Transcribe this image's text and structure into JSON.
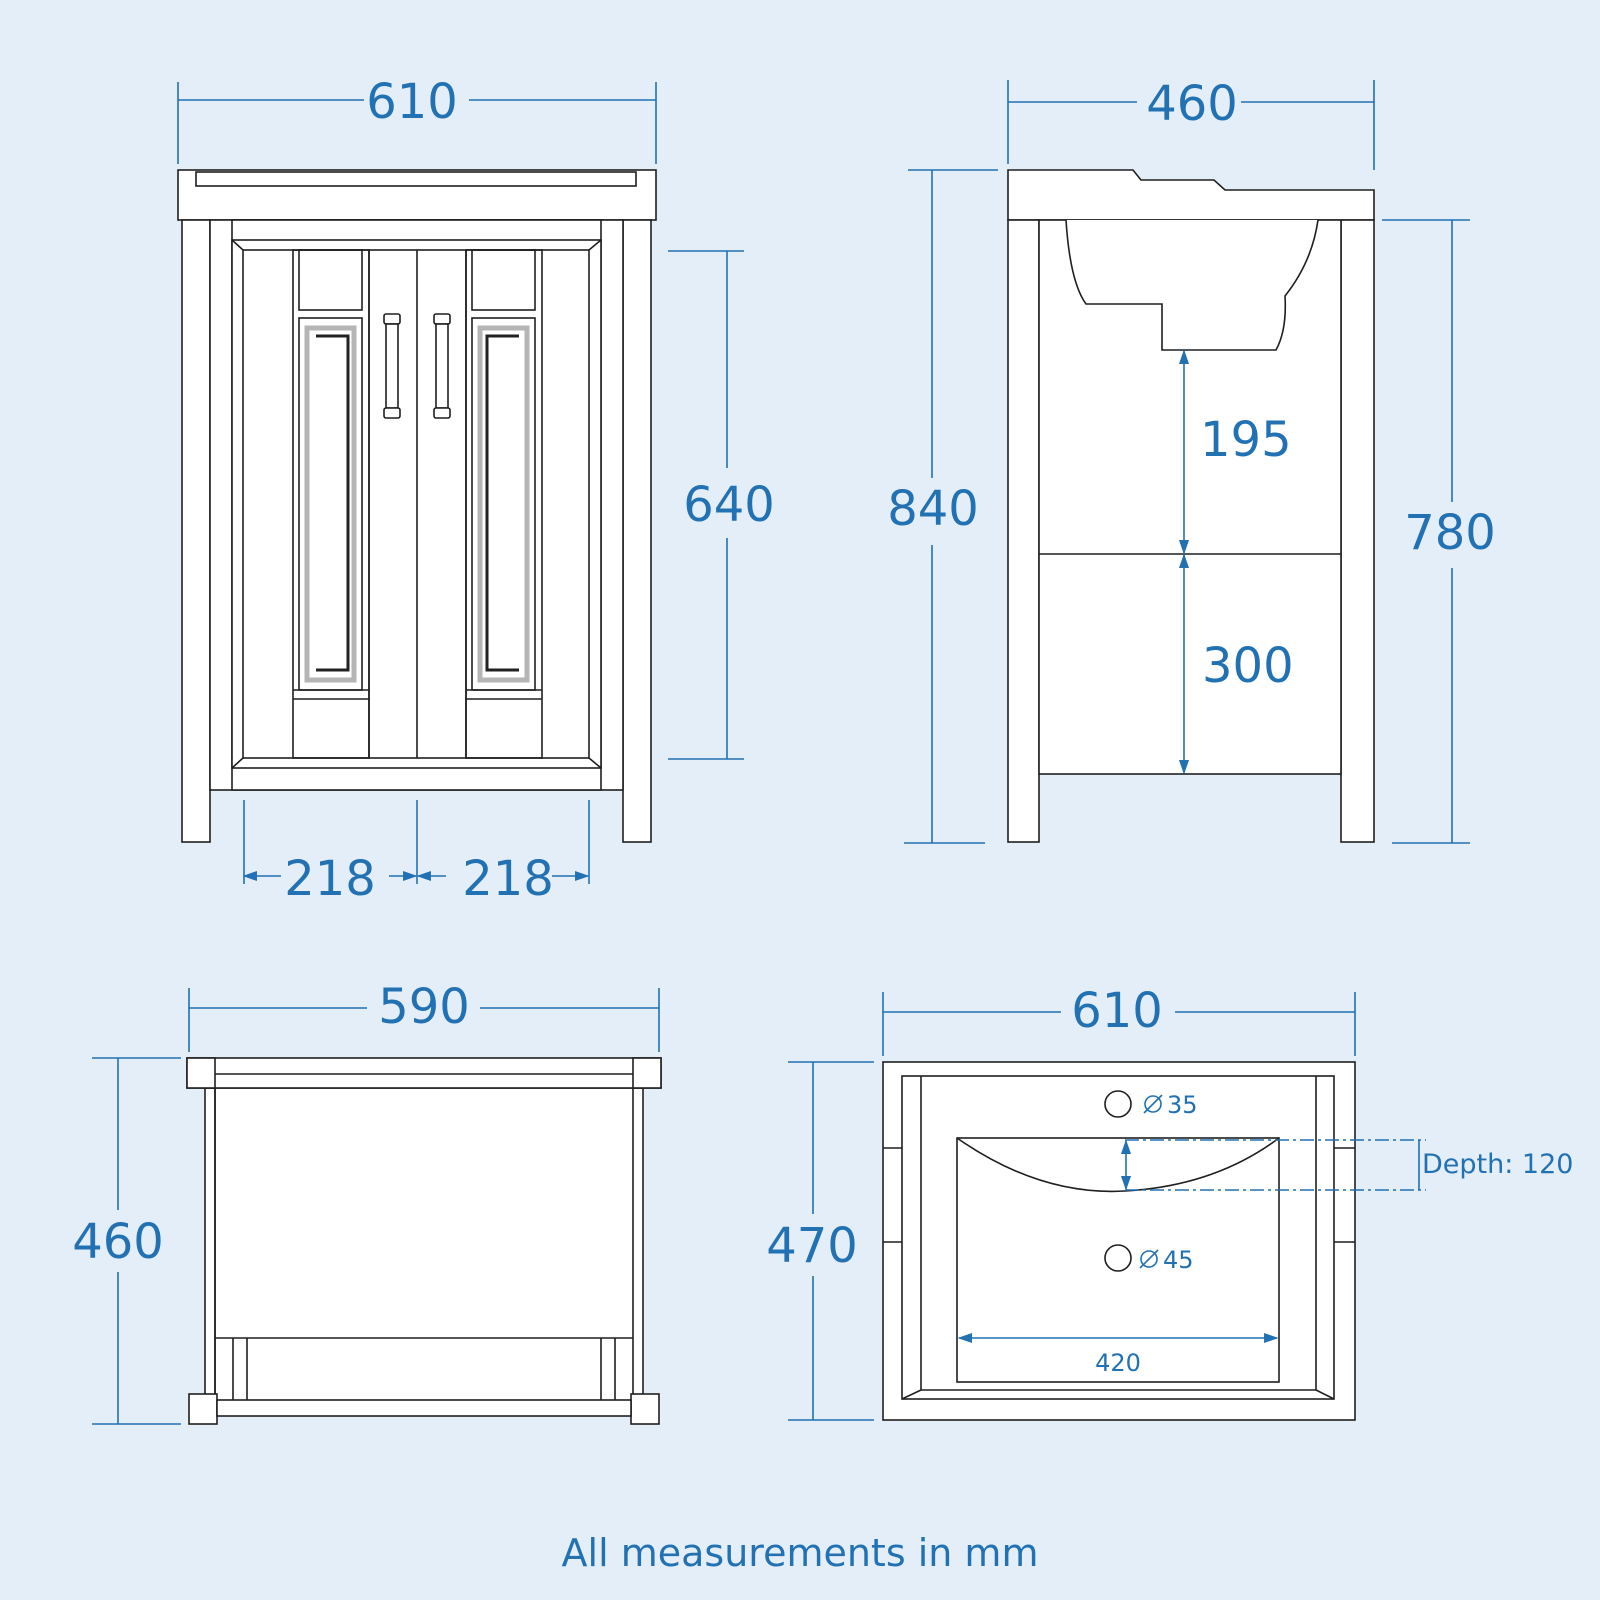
{
  "front_view": {
    "width_label": "610",
    "door_height_label": "640",
    "door_left_width_label": "218",
    "door_right_width_label": "218"
  },
  "side_view": {
    "depth_label": "460",
    "total_height_label": "840",
    "cabinet_height_label": "780",
    "upper_gap_label": "195",
    "shelf_height_label": "300"
  },
  "top_view": {
    "width_label": "590",
    "depth_label": "460"
  },
  "basin_view": {
    "width_label": "610",
    "depth_label": "470",
    "tap_hole_label": "35",
    "waste_label": "45",
    "bowl_depth_label": "Depth: 120",
    "bowl_width_label": "420"
  },
  "footer": {
    "note": "All measurements in mm"
  },
  "colors": {
    "dimension": "#2271b3",
    "background": "#e3eef8",
    "outline": "#1f1f1f"
  }
}
